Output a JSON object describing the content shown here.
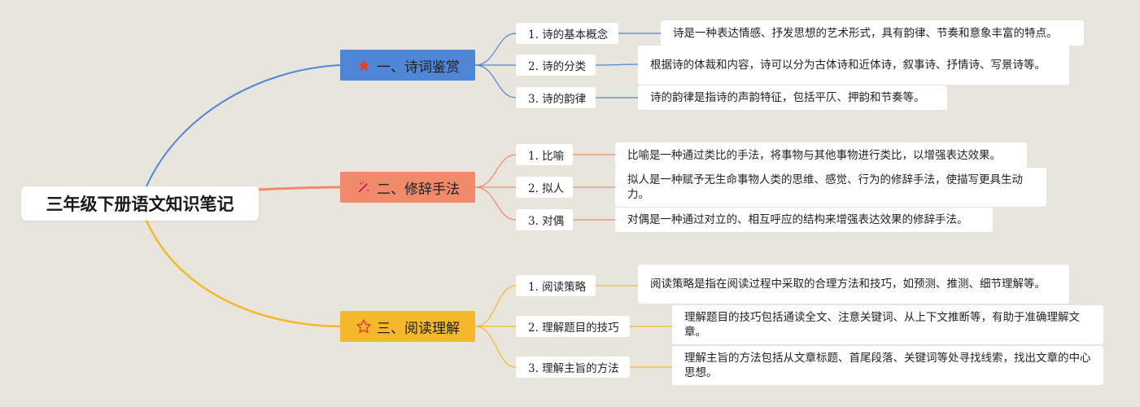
{
  "title": "三年级下册语文知识笔记",
  "colors": {
    "background": "#e8e5dc",
    "branch1": "#4f86d6",
    "branch2": "#f08a6a",
    "branch3": "#f4b82a"
  },
  "branches": [
    {
      "label": "一、诗词鉴赏",
      "icon": "star-icon",
      "topics": [
        {
          "label": "1. 诗的基本概念",
          "detail": "诗是一种表达情感、抒发思想的艺术形式，具有韵律、节奏和意象丰富的特点。"
        },
        {
          "label": "2. 诗的分类",
          "detail": "根据诗的体裁和内容，诗可以分为古体诗和近体诗，叙事诗、抒情诗、写景诗等。"
        },
        {
          "label": "3. 诗的韵律",
          "detail": "诗的韵律是指诗的声韵特征，包括平仄、押韵和节奏等。"
        }
      ]
    },
    {
      "label": "二、修辞手法",
      "icon": "magic-wand-icon",
      "topics": [
        {
          "label": "1. 比喻",
          "detail": "比喻是一种通过类比的手法，将事物与其他事物进行类比，以增强表达效果。"
        },
        {
          "label": "2. 拟人",
          "detail": "拟人是一种赋予无生命事物人类的思维、感觉、行为的修辞手法，使描写更具生动力。"
        },
        {
          "label": "3. 对偶",
          "detail": "对偶是一种通过对立的、相互呼应的结构来增强表达效果的修辞手法。"
        }
      ]
    },
    {
      "label": "三、阅读理解",
      "icon": "star-outline-icon",
      "topics": [
        {
          "label": "1. 阅读策略",
          "detail": "阅读策略是指在阅读过程中采取的合理方法和技巧，如预测、推测、细节理解等。"
        },
        {
          "label": "2. 理解题目的技巧",
          "detail": "理解题目的技巧包括通读全文、注意关键词、从上下文推断等，有助于准确理解文章。"
        },
        {
          "label": "3. 理解主旨的方法",
          "detail": "理解主旨的方法包括从文章标题、首尾段落、关键词等处寻找线索，找出文章的中心思想。"
        }
      ]
    }
  ]
}
